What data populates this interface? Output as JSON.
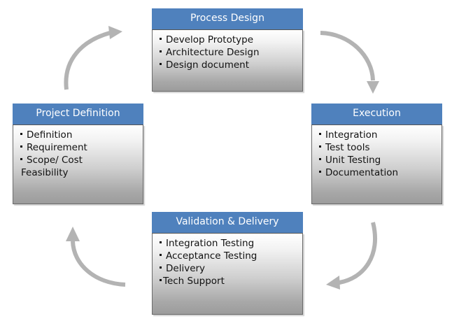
{
  "diagram": {
    "type": "cycle",
    "arrow_color": "#b3b3b3",
    "header_color": "#4F81BD",
    "stages": [
      {
        "id": "process-design",
        "title": "Process Design",
        "items": [
          "Develop Prototype",
          "Architecture Design",
          "Design document"
        ]
      },
      {
        "id": "execution",
        "title": "Execution",
        "items": [
          "Integration",
          "Test tools",
          "Unit Testing",
          "Documentation"
        ]
      },
      {
        "id": "validation-delivery",
        "title": "Validation & Delivery",
        "items": [
          "Integration Testing",
          "Acceptance Testing",
          "Delivery",
          "Tech Support"
        ]
      },
      {
        "id": "project-definition",
        "title": "Project Definition",
        "items": [
          "Definition",
          "Requirement",
          "Scope/ Cost"
        ],
        "continuation": "Feasibility"
      }
    ],
    "flow": [
      {
        "from": "project-definition",
        "to": "process-design"
      },
      {
        "from": "process-design",
        "to": "execution"
      },
      {
        "from": "execution",
        "to": "validation-delivery"
      },
      {
        "from": "validation-delivery",
        "to": "project-definition"
      }
    ]
  }
}
